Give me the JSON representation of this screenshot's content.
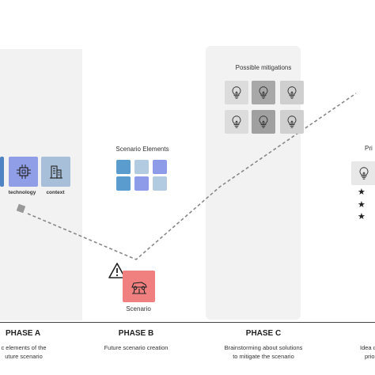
{
  "phase_a": {
    "tiles": [
      {
        "label": "technology",
        "icon": "chip-icon",
        "color": "#8f9ee6"
      },
      {
        "label": "context",
        "icon": "building-icon",
        "color": "#a7bfd8"
      }
    ],
    "left_tile_color": "#4f83c2",
    "title": "PHASE A",
    "desc_line1": "c elements of the",
    "desc_line2": "uture scenario"
  },
  "phase_b": {
    "elements_title": "Scenario Elements",
    "element_colors": [
      "#5b9ccf",
      "#b2cbe0",
      "#8e9be8",
      "#5b9ccf",
      "#8e9be8",
      "#b2cbe0"
    ],
    "scenario_label": "Scenario",
    "scenario_color": "#f08080",
    "warning_icon": "warning-icon",
    "title": "PHASE B",
    "desc_line1": "Future scenario creation"
  },
  "phase_c": {
    "title_panel": "Possible mitigations",
    "bulb_tile_colors": [
      "#dcdcdc",
      "#a8a8a8",
      "#cfcfcf",
      "#dcdcdc",
      "#a0a0a0",
      "#d0d0d0"
    ],
    "title": "PHASE C",
    "desc_line1": "Brainstorming about solutions",
    "desc_line2": "to mitigate the scenario"
  },
  "phase_d": {
    "partial_title": "Pri",
    "desc_line1": "Idea clusteri",
    "desc_line2": "priority"
  },
  "colors": {
    "dashed_line": "#888888",
    "phase_line": "#444444"
  }
}
